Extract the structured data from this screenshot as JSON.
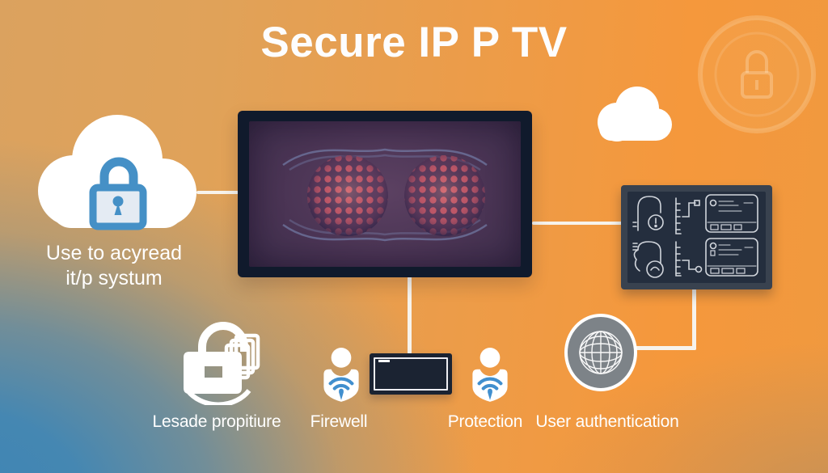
{
  "title": "Secure IP P TV",
  "cloud_caption": {
    "line1": "Use to acyread",
    "line2": "it/p systum"
  },
  "labels": {
    "storage": "Lesade propitiure",
    "firewall": "Firewell",
    "protection": "Protection",
    "auth": "User authentication"
  },
  "icons": {
    "cloud_lock": "cloud-with-padlock",
    "watermark": "lock-seal",
    "tv": "tv-monitor",
    "small_cloud": "cloud",
    "diagram_panel": "security-schematic-panel",
    "folder": "locked-folder",
    "firewall_device": "firewall-appliance",
    "shield_wifi": "wifi-shield",
    "globe": "globe"
  },
  "colors": {
    "accent_orange": "#F5973B",
    "accent_blue": "#3D85B5",
    "lock_blue": "#4590C6",
    "panel_navy": "#242E3E",
    "screen_purple": "#4A3454",
    "connector_white": "#F7F3EC",
    "text_white": "#FFFFFF"
  }
}
